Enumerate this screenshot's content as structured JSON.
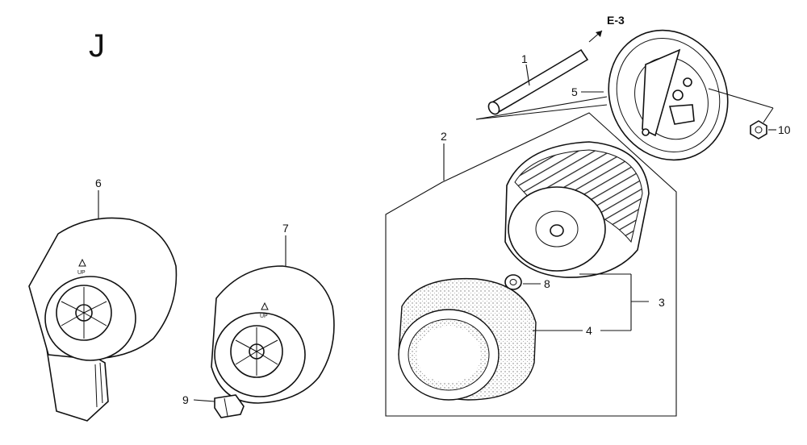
{
  "section_letter": "J",
  "reference": "E-3",
  "callouts": {
    "c1": "1",
    "c2": "2",
    "c3": "3",
    "c4": "4",
    "c5": "5",
    "c6": "6",
    "c7": "7",
    "c8": "8",
    "c9": "9",
    "c10": "10"
  },
  "stamp": "UP"
}
